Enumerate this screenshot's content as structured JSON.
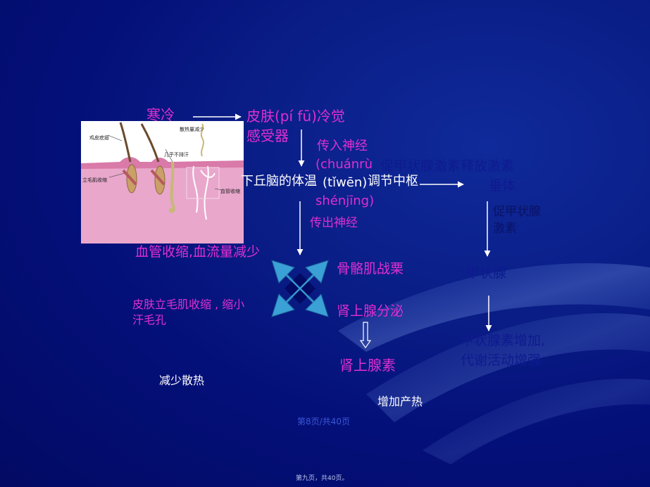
{
  "title_cold": "寒冷",
  "skin_receptor_line1": "皮肤(pí fū)冷觉",
  "skin_receptor_line2": "感受器",
  "afferent_line1": "传入神经",
  "afferent_line2": "(chuánrù",
  "afferent_line3": "shénjīng)",
  "hypothalamus_left": "下丘脑的体温",
  "hypothalamus_pinyin": "(tǐwēn)",
  "hypothalamus_right": "调节中枢",
  "trh": "促甲状腺激素释放激素",
  "pituitary": "垂体",
  "tsh_line1": "促甲状腺",
  "tsh_line2": "激素",
  "efferent": "传出神经",
  "vasoconstriction": "血管收缩,血流量减少",
  "skeletal_shiver": "骨骼肌战栗",
  "adrenal_secrete": "肾上腺分泌",
  "adrenaline": "肾上腺素",
  "thyroid": "甲状腺",
  "thyroid_hormone_line1": "甲状腺素增加,",
  "thyroid_hormone_line2": "代谢活动增强",
  "piloerection_line1": "皮肤立毛肌收缩 , 缩小",
  "piloerection_line2": "汗毛孔",
  "reduce_heat_loss": "减少散热",
  "increase_heat_production": "增加产热",
  "page_info": "第8页/共40页",
  "footer_info": "第九页，共40页。",
  "illustration_labels": {
    "goosebump": "鸡皮疙瘩",
    "reduced_heat": "散热量减少",
    "no_sweat": "几乎不排汗",
    "arrector_muscle": "立毛肌收缩",
    "vessel_constrict": "血管收缩"
  },
  "colors": {
    "background": "#020a63",
    "magenta": "#e02fd0",
    "white": "#ffffff",
    "navy": "#0e1a8f",
    "star": "#3aa0d6"
  }
}
